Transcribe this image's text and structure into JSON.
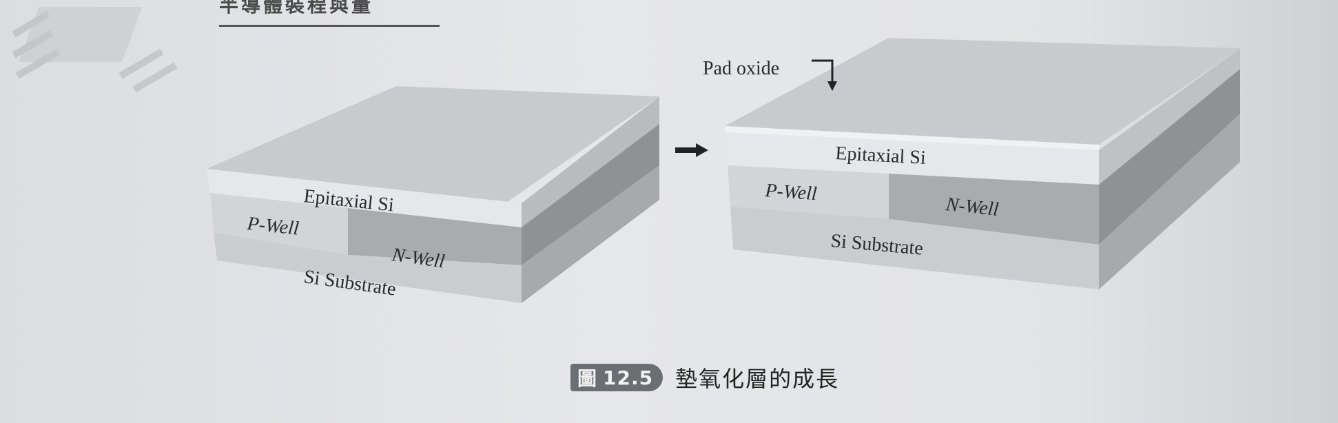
{
  "header": {
    "section_title": "半導體裝程與量"
  },
  "diagram": {
    "left_block": {
      "epitaxial_label": "Epitaxial Si",
      "pwell_label": "P-Well",
      "nwell_label": "N-Well",
      "substrate_label": "Si Substrate"
    },
    "right_block": {
      "pad_oxide_label": "Pad oxide",
      "epitaxial_label": "Epitaxial Si",
      "pwell_label": "P-Well",
      "nwell_label": "N-Well",
      "substrate_label": "Si Substrate"
    },
    "colors": {
      "top_face": "#c9cacd",
      "epitaxial": "#e6e7ea",
      "pwell": "#d3d4d7",
      "nwell": "#a9abaf",
      "substrate": "#cbccd0",
      "side_dark": "#8f9195",
      "side_light": "#b9bbbe"
    }
  },
  "caption": {
    "badge_prefix": "圖",
    "badge_number": "12.5",
    "title": "墊氧化層的成長"
  }
}
